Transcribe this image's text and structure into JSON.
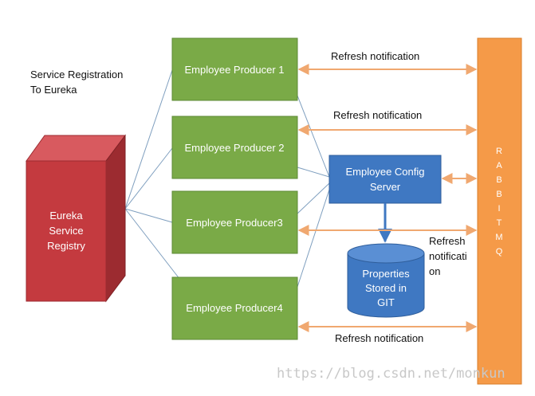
{
  "colors": {
    "producer_fill": "#7aaa47",
    "producer_stroke": "#5c8a34",
    "eureka_front": "#c43a3f",
    "eureka_side": "#9c2b30",
    "eureka_top": "#d85a5f",
    "config_fill": "#3f78c2",
    "config_stroke": "#2f5e9b",
    "rabbit_fill": "#f59a48",
    "rabbit_stroke": "#d97d2a",
    "arrow": "#f0a870",
    "connector": "#7f9fbf",
    "cylinder": "#3f78c2"
  },
  "registration_label": [
    "Service Registration",
    "To Eureka"
  ],
  "eureka": {
    "lines": [
      "Eureka",
      "Service",
      "Registry"
    ]
  },
  "producers": [
    {
      "label": "Employee Producer 1"
    },
    {
      "label": "Employee Producer 2"
    },
    {
      "label": "Employee Producer3"
    },
    {
      "label": "Employee Producer4"
    }
  ],
  "config_server": {
    "lines": [
      "Employee Config",
      "Server"
    ]
  },
  "git_store": {
    "lines": [
      "Properties",
      "Stored in",
      "GIT"
    ]
  },
  "rabbitmq": {
    "letters": [
      "R",
      "A",
      "B",
      "B",
      "I",
      "T",
      "M",
      "Q"
    ]
  },
  "refresh_labels": {
    "top": "Refresh notification",
    "second": "Refresh notification",
    "side": [
      "Refresh",
      "notificati",
      "on"
    ],
    "bottom": "Refresh notification"
  },
  "watermark": "https://blog.csdn.net/monkun"
}
